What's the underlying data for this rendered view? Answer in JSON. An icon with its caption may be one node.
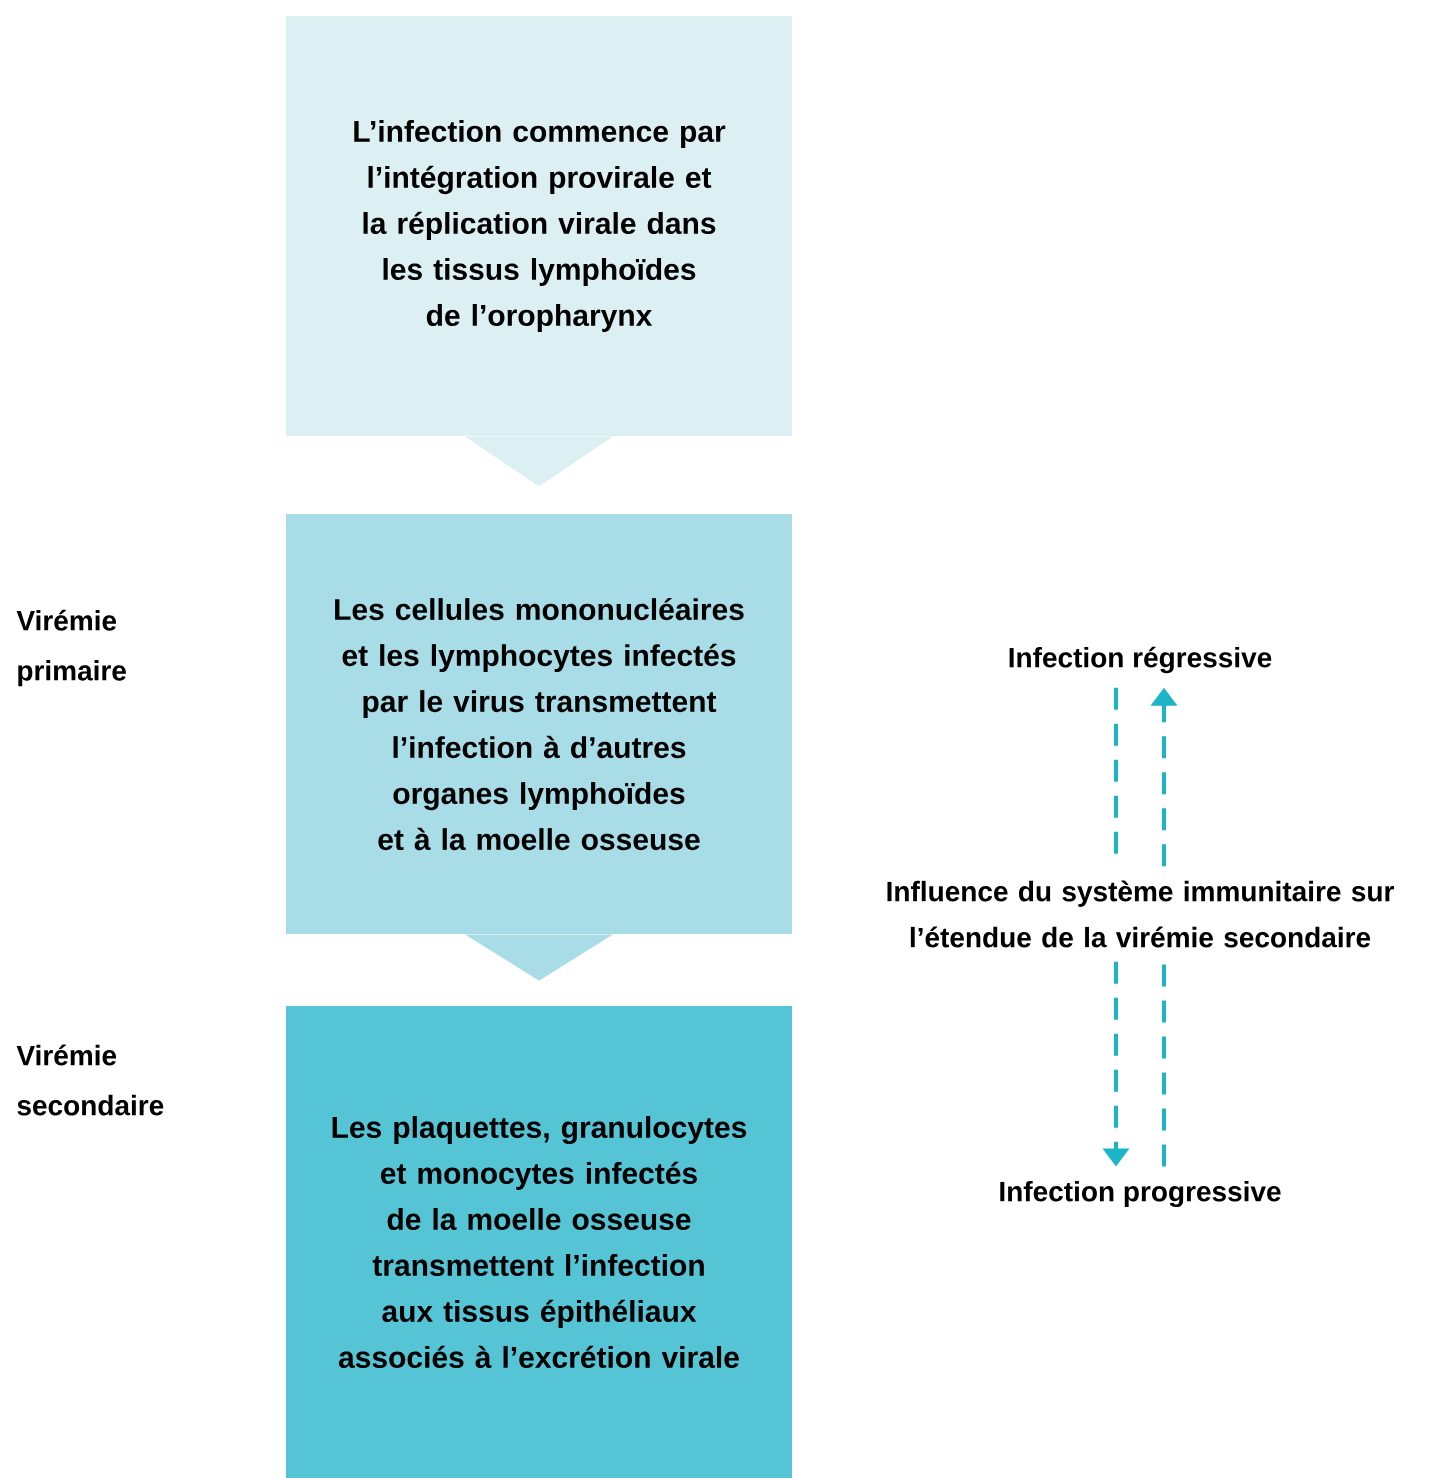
{
  "diagram": {
    "nodes": [
      {
        "text": [
          "L’infection commence par l’intégration provirale et la réplication virale dans les tissus lymphoïdes de l’oropharynx"
        ]
      },
      {
        "text": [
          "Les cellules mononucléaires et les lymphocytes infectés par le virus transmettent l’infection à d’autres organes lymphoïdes et à la moelle osseuse"
        ]
      },
      {
        "text": [
          "Les plaquettes, granulocytes et monocytes infectés de la moelle osseuse transmettent l’infection aux tissus épithéliaux associés à l’excrétion virale"
        ]
      },
      {
        "text": [
          "Infection régressive"
        ]
      },
      {
        "text": [
          "Influence du système immunitaire sur l’étendue de la virémie secondaire"
        ]
      },
      {
        "text": [
          "Infection progressive"
        ]
      }
    ],
    "edges": [
      {
        "from": 0,
        "to": 1,
        "arrow": "to"
      },
      {
        "from": 1,
        "to": 2,
        "arrow": "to"
      },
      {
        "from": 4,
        "to": 3,
        "arrow": "to",
        "style": "dashed",
        "color": "#1cb5c8"
      },
      {
        "from": 3,
        "to": 4,
        "arrow": "none",
        "style": "dashed",
        "color": "#1cb5c8"
      },
      {
        "from": 4,
        "to": 5,
        "arrow": "to",
        "style": "dashed",
        "color": "#1cb5c8"
      },
      {
        "from": 5,
        "to": 4,
        "arrow": "none",
        "style": "dashed",
        "color": "#1cb5c8"
      }
    ],
    "labels": [
      "Virémie primaire",
      "Virémie secondaire"
    ]
  }
}
